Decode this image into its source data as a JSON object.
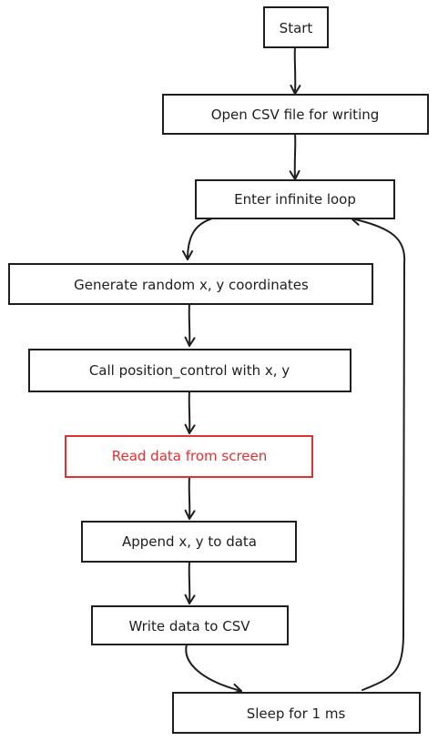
{
  "diagram": {
    "colors": {
      "stroke": "#1e1e1e",
      "highlight": "#e03131",
      "background": "#ffffff"
    },
    "nodes": [
      {
        "id": "start",
        "label": "Start",
        "highlight": false
      },
      {
        "id": "open_csv",
        "label": "Open CSV file for writing",
        "highlight": false
      },
      {
        "id": "loop",
        "label": "Enter infinite loop",
        "highlight": false
      },
      {
        "id": "generate",
        "label": "Generate random x, y coordinates",
        "highlight": false
      },
      {
        "id": "call",
        "label": "Call position_control with x, y",
        "highlight": false
      },
      {
        "id": "read",
        "label": "Read data from screen",
        "highlight": true
      },
      {
        "id": "append",
        "label": "Append x, y to data",
        "highlight": false
      },
      {
        "id": "write",
        "label": "Write data to CSV",
        "highlight": false
      },
      {
        "id": "sleep",
        "label": "Sleep for 1 ms",
        "highlight": false
      }
    ],
    "edges": [
      {
        "from": "start",
        "to": "open_csv"
      },
      {
        "from": "open_csv",
        "to": "loop"
      },
      {
        "from": "loop",
        "to": "generate"
      },
      {
        "from": "generate",
        "to": "call"
      },
      {
        "from": "call",
        "to": "read"
      },
      {
        "from": "read",
        "to": "append"
      },
      {
        "from": "append",
        "to": "write"
      },
      {
        "from": "write",
        "to": "sleep"
      },
      {
        "from": "sleep",
        "to": "loop"
      }
    ]
  }
}
